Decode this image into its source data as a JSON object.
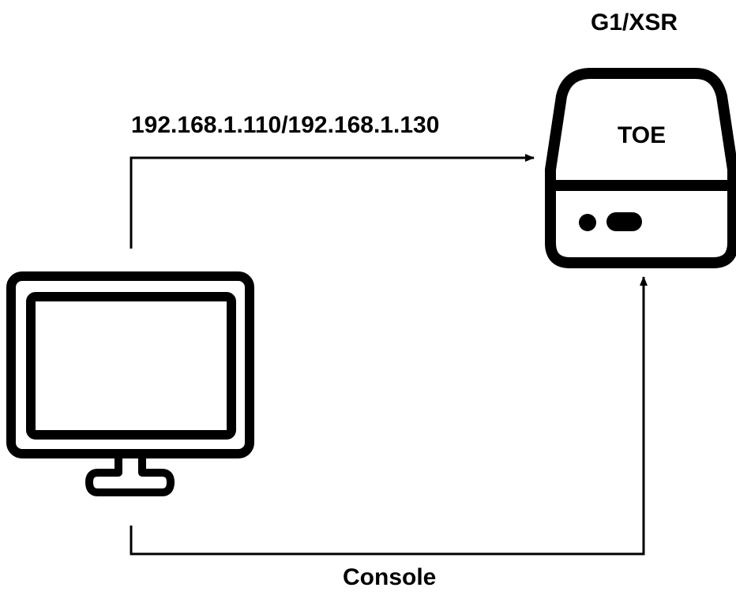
{
  "device": {
    "name": "G1/XSR",
    "icon": "server-drive-icon",
    "label": "TOE"
  },
  "workstation": {
    "icon": "monitor-icon"
  },
  "connections": {
    "network_label": "192.168.1.110/192.168.1.130",
    "console_label": "Console"
  },
  "colors": {
    "line": "#000000",
    "background": "#ffffff"
  }
}
